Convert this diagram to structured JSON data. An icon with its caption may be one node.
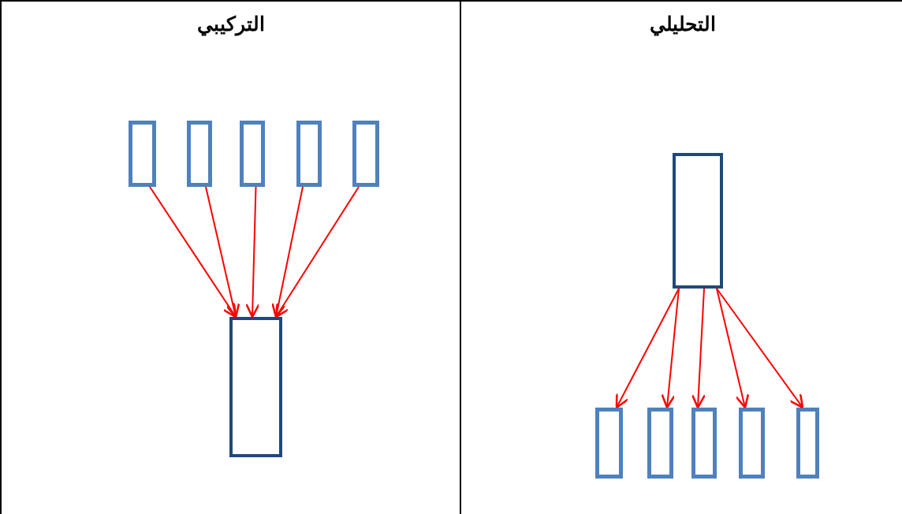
{
  "diagram": {
    "nodes": [
      {
        "text": [
          "التركيبي"
        ]
      },
      {
        "text": [],
        "shape": "box",
        "in": 0
      },
      {
        "text": [],
        "shape": "box",
        "in": 0
      },
      {
        "text": [],
        "shape": "box",
        "in": 0
      },
      {
        "text": [],
        "shape": "box",
        "in": 0
      },
      {
        "text": [],
        "shape": "box",
        "in": 0
      },
      {
        "text": [],
        "shape": "box",
        "in": 0
      },
      {
        "text": [
          "التحليلي"
        ]
      },
      {
        "text": [],
        "shape": "box",
        "in": 7
      },
      {
        "text": [],
        "shape": "box",
        "in": 7
      },
      {
        "text": [],
        "shape": "box",
        "in": 7
      },
      {
        "text": [],
        "shape": "box",
        "in": 7
      },
      {
        "text": [],
        "shape": "box",
        "in": 7
      },
      {
        "text": [],
        "shape": "box",
        "in": 7
      }
    ],
    "edges": [
      {
        "from": 1,
        "to": 6,
        "arrow": "to"
      },
      {
        "from": 2,
        "to": 6,
        "arrow": "to"
      },
      {
        "from": 3,
        "to": 6,
        "arrow": "to"
      },
      {
        "from": 4,
        "to": 6,
        "arrow": "to"
      },
      {
        "from": 5,
        "to": 6,
        "arrow": "to"
      },
      {
        "from": 8,
        "to": 9,
        "arrow": "to"
      },
      {
        "from": 8,
        "to": 10,
        "arrow": "to"
      },
      {
        "from": 8,
        "to": 11,
        "arrow": "to"
      },
      {
        "from": 8,
        "to": 12,
        "arrow": "to"
      },
      {
        "from": 8,
        "to": 13,
        "arrow": "to"
      }
    ]
  }
}
